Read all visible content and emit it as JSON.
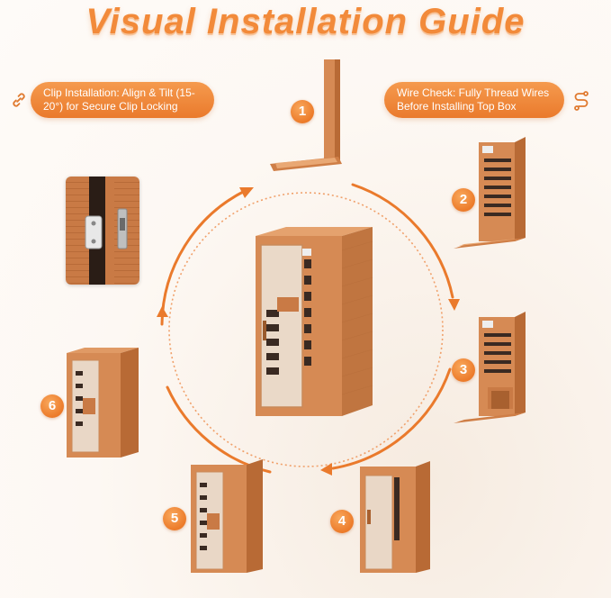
{
  "title": "Visual Installation Guide",
  "callouts": {
    "clip": "Clip Installation: Align & Tilt (15-20°) for Secure Clip Locking",
    "wire": "Wire Check: Fully Thread Wires Before Installing Top Box"
  },
  "steps": [
    {
      "number": "1"
    },
    {
      "number": "2"
    },
    {
      "number": "3"
    },
    {
      "number": "4"
    },
    {
      "number": "5"
    },
    {
      "number": "6"
    }
  ],
  "icons": {
    "clip": "link-icon",
    "wire": "wire-route-icon"
  },
  "colors": {
    "accent": "#f28a3a",
    "wood": "#d7884f",
    "glass": "#e9d7c6"
  }
}
